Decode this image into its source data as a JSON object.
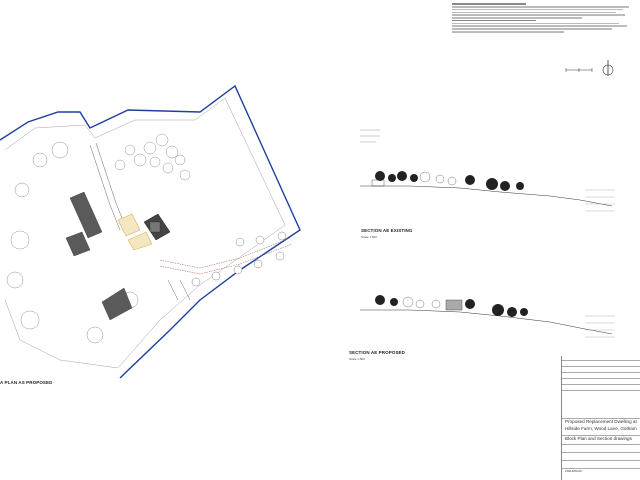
{
  "drawing": {
    "site_plan_title": "A PLAN AS PROPOSED",
    "section_existing_title": "SECTION AE EXISTING",
    "section_existing_scale": "Scale 1:500",
    "section_proposed_title": "SECTION AE PROPOSED",
    "section_proposed_scale": "Scale 1:500"
  },
  "title_block": {
    "project_line1": "Proposed Replacement Dwelling at",
    "project_line2": "Hillside Farm, Wood Lane, Gotham",
    "drawing_title": "Block Plan and Section drawings",
    "status": "PRELIMINARY"
  },
  "colors": {
    "boundary": "#1f3fa0",
    "line": "#555555",
    "building": "#5a5a5a",
    "highlight": "#d8b25a"
  }
}
